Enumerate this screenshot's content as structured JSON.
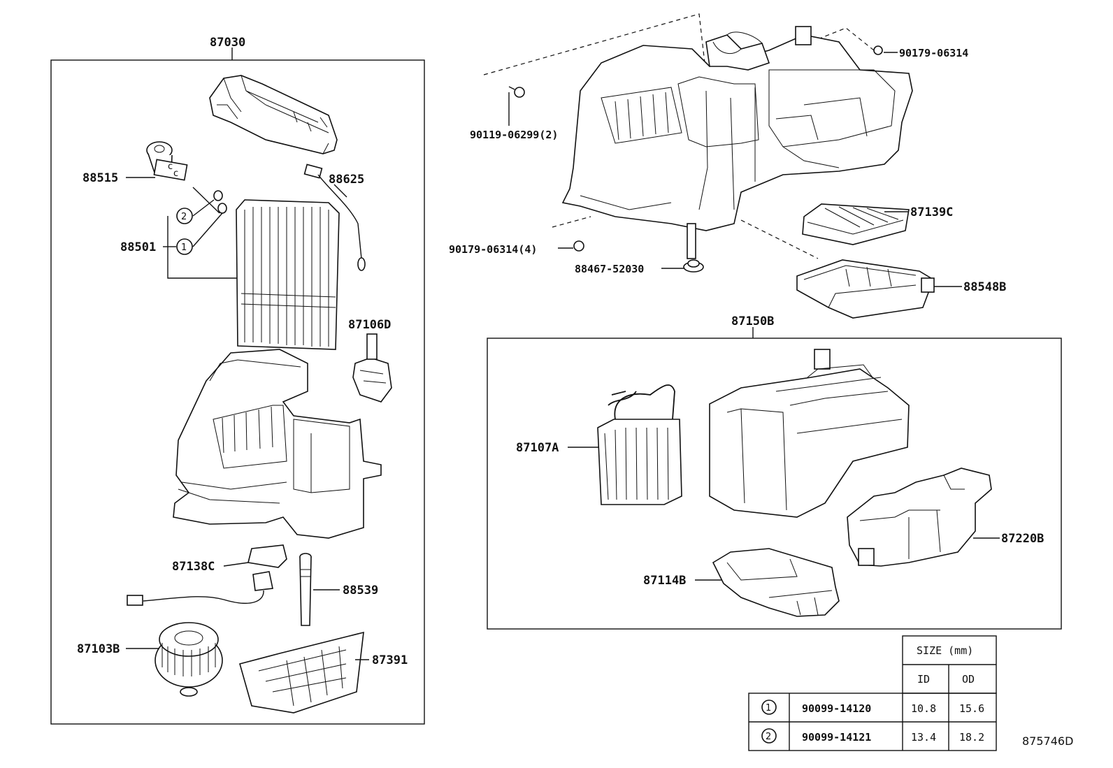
{
  "diagram_code": "875746D",
  "groups": {
    "left_assembly": "87030",
    "heater_unit": "87150B"
  },
  "labels": {
    "p87030": "87030",
    "p88515": "88515",
    "p88625": "88625",
    "p88501": "88501",
    "p87106D": "87106D",
    "p87138C": "87138C",
    "p88539": "88539",
    "p87103B": "87103B",
    "p87391": "87391",
    "p90179a": "90179-06314",
    "p90119": "90119-06299(2)",
    "p87139C": "87139C",
    "p90179b": "90179-06314(4)",
    "p88467": "88467-52030",
    "p88548B": "88548B",
    "p87150B": "87150B",
    "p87107A": "87107A",
    "p87220B": "87220B",
    "p87114B": "87114B",
    "callout1": "1",
    "callout2": "2"
  },
  "size_table": {
    "header": "SIZE (mm)",
    "col_id": "ID",
    "col_od": "OD",
    "rows": [
      {
        "ref": "1",
        "part": "90099-14120",
        "id": "10.8",
        "od": "15.6"
      },
      {
        "ref": "2",
        "part": "90099-14121",
        "id": "13.4",
        "od": "18.2"
      }
    ]
  }
}
